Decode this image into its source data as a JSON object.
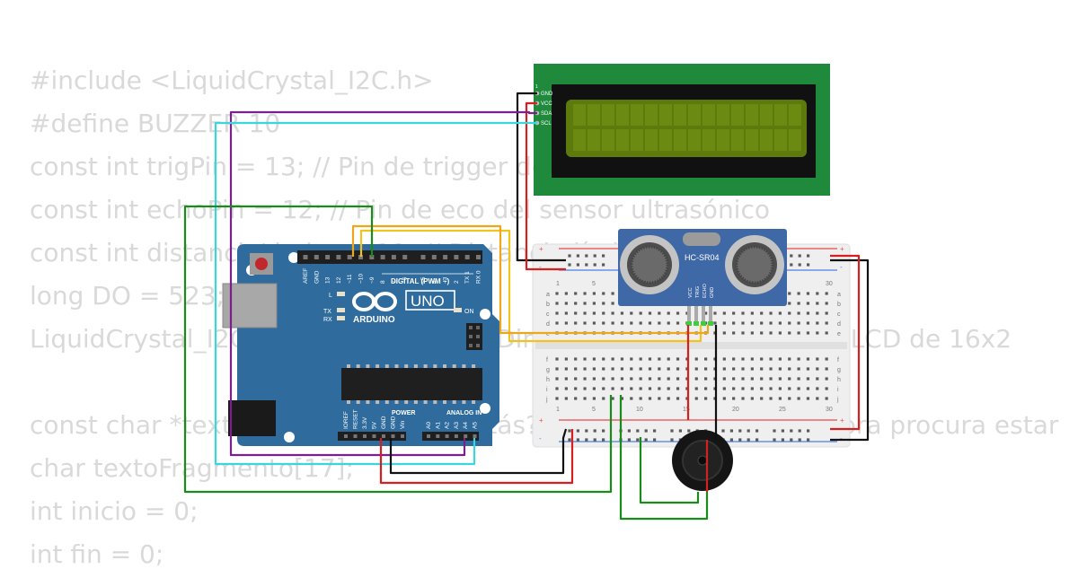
{
  "code_lines": [
    "#include <LiquidCrystal_I2C.h>",
    "#define BUZZER 10",
    "const int trigPin = 13; // Pin de trigger del sensor ultrasónico",
    "const int echoPin = 12; // Pin de eco del sensor ultrasónico",
    "const int distanciaLimite = 11; // Distancia límite en cm",
    "long DO = 523;",
    "LiquidCrystal_I2C lcd(0x27, 16, 2); // Dirección I2C de la pantalla LCD de 16x2",
    "",
    "const char *texto = \"Hola, ¿cómo estás? Mantén la distancia, ahora procura estar",
    "char textoFragmento[17];",
    "int inicio = 0;",
    "int fin = 0;"
  ],
  "lcd": {
    "pin_1": "1",
    "pins": [
      "GND",
      "VCC",
      "SDA",
      "SCL"
    ]
  },
  "arduino": {
    "top_header": [
      "AREF",
      "GND",
      "13",
      "12",
      "~11",
      "~10",
      "~9",
      "8",
      "7",
      "~6",
      "~5",
      "4",
      "~3",
      "2",
      "TX 1",
      "RX 0"
    ],
    "digital_label": "DIGITAL (PWM ~)",
    "brand": "ARDUINO",
    "model": "UNO",
    "led_l": "L",
    "led_tx": "TX",
    "led_rx": "RX",
    "on_label": "ON",
    "power_label": "POWER",
    "analog_label": "ANALOG IN",
    "power_pins": [
      "IOREF",
      "RESET",
      "3.3V",
      "5V",
      "GND",
      "GND",
      "Vin"
    ],
    "analog_pins": [
      "A0",
      "A1",
      "A2",
      "A3",
      "A4",
      "A5"
    ]
  },
  "sensor": {
    "model": "HC-SR04",
    "pins": [
      "VCC",
      "TRIG",
      "ECHO",
      "GND"
    ]
  },
  "breadboard": {
    "col_numbers": [
      "1",
      "5",
      "10",
      "15",
      "20",
      "25",
      "30"
    ],
    "rows_top": [
      "a",
      "b",
      "c",
      "d",
      "e"
    ],
    "rows_bottom": [
      "f",
      "g",
      "h",
      "i",
      "j"
    ],
    "rail_plus": "+",
    "rail_minus": "-"
  },
  "colors": {
    "code_text": "#d9d9d9",
    "board_blue": "#2f6c9d",
    "lcd_green": "#1f8a3b",
    "lcd_screen": "#5e7a0d",
    "wire_black": "#111111",
    "wire_red": "#d61f1f",
    "wire_purple": "#7b1f8a",
    "wire_cyan": "#3ad6df",
    "wire_green": "#1a8a1a",
    "wire_yellow": "#f3c21d",
    "wire_orange": "#f0a61b"
  }
}
